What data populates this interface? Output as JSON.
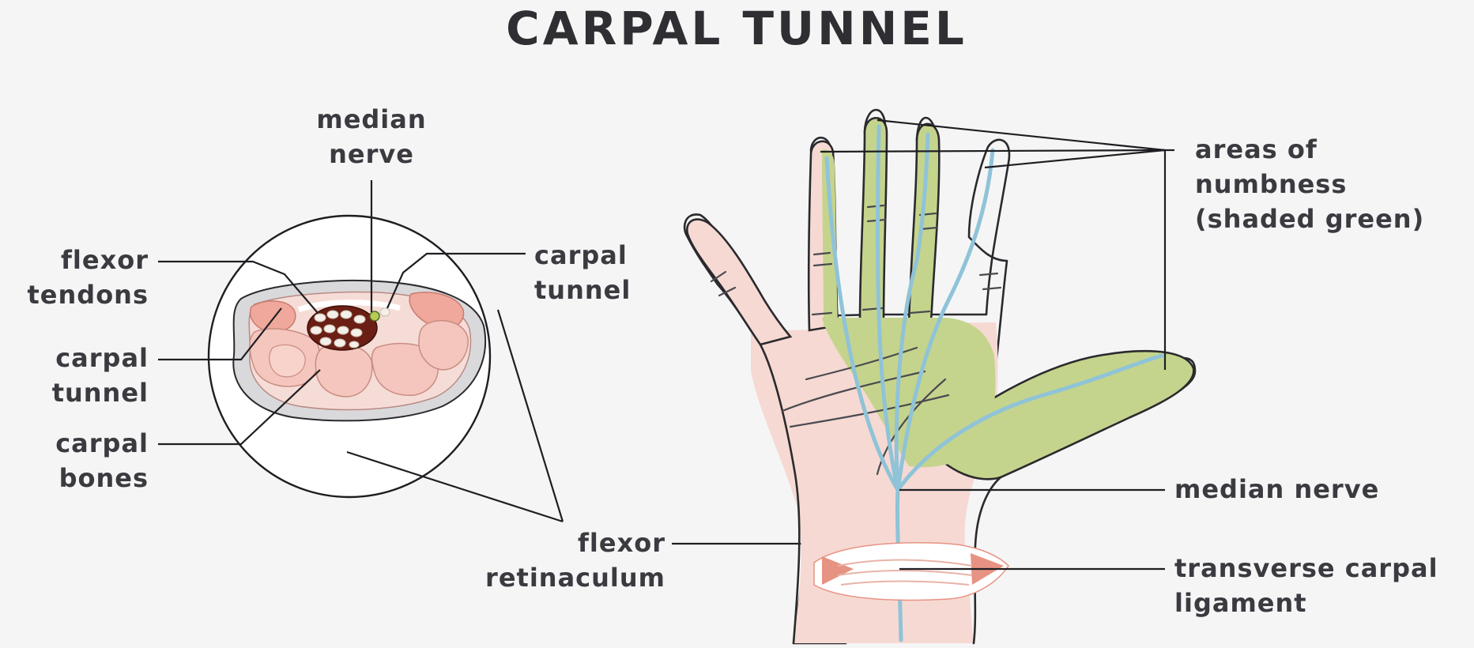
{
  "title": "CARPAL TUNNEL",
  "labels": {
    "cross_section": {
      "median_nerve_line1": "median",
      "median_nerve_line2": "nerve",
      "flexor_tendons_line1": "flexor",
      "flexor_tendons_line2": "tendons",
      "carpal_tunnel_right_line1": "carpal",
      "carpal_tunnel_right_line2": "tunnel",
      "carpal_tunnel_left_line1": "carpal",
      "carpal_tunnel_left_line2": "tunnel",
      "carpal_bones_line1": "carpal",
      "carpal_bones_line2": "bones"
    },
    "flexor_retinaculum_line1": "flexor",
    "flexor_retinaculum_line2": "retinaculum",
    "hand": {
      "numbness_line1": "areas of",
      "numbness_line2": "numbness",
      "numbness_line3": "(shaded green)",
      "median_nerve": "median nerve",
      "ligament_line1": "transverse carpal",
      "ligament_line2": "ligament"
    }
  },
  "colors": {
    "background": "#f5f5f5",
    "skin": "#f6d9d3",
    "numbness": "#c5d48c",
    "nerve": "#8fc3d8",
    "bone": "#f4c6bd",
    "tunnel": "#6b1f14",
    "ligament": "#e79383"
  }
}
